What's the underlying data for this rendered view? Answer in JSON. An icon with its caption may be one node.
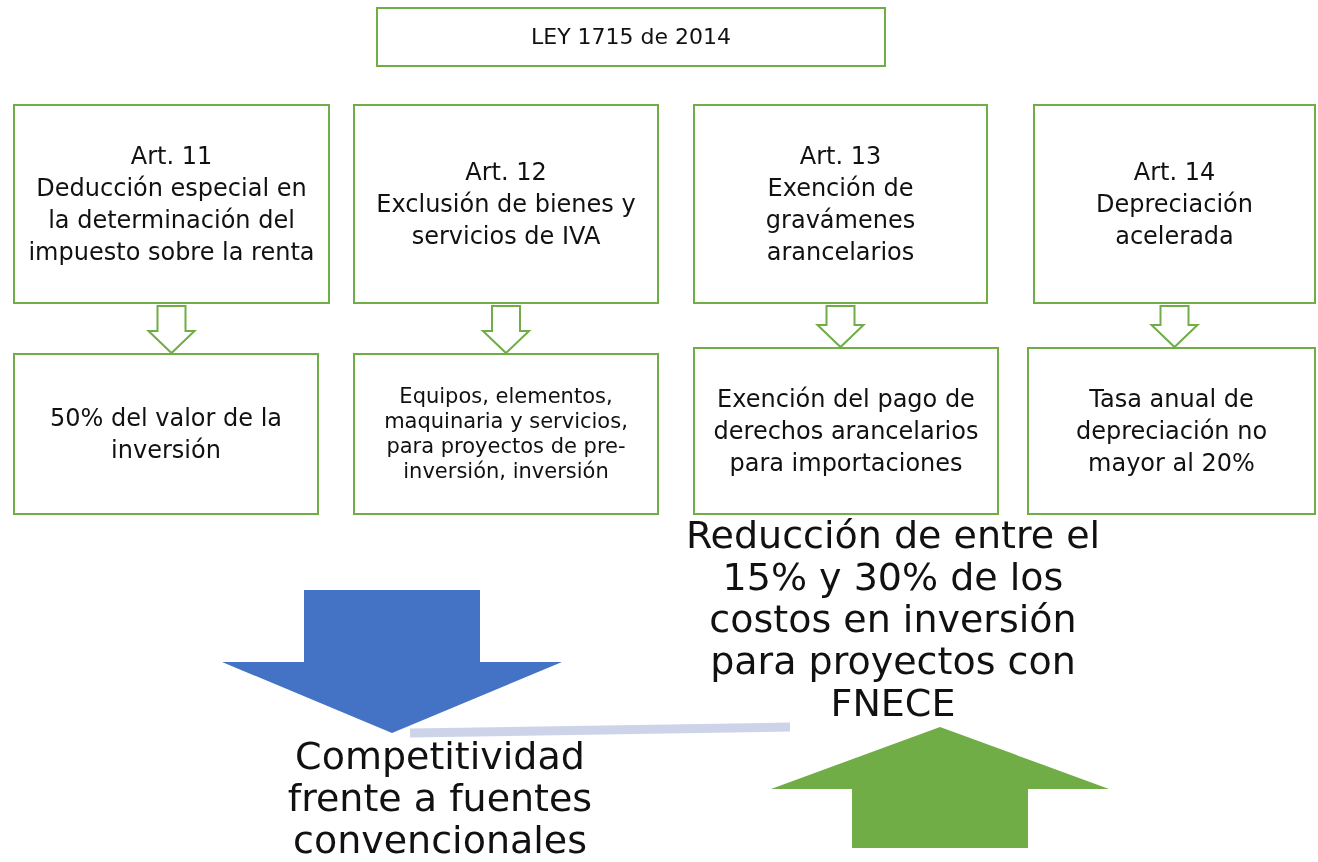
{
  "diagram": {
    "nodes": [
      {
        "text": [
          "LEY 1715 de 2014"
        ]
      },
      {
        "text": [
          "Art. 11",
          "Deducción especial en la determinación del impuesto sobre la renta"
        ]
      },
      {
        "text": [
          "Art. 12",
          "Exclusión de bienes y servicios de IVA"
        ]
      },
      {
        "text": [
          "Art. 13",
          "Exención de gravámenes arancelarios"
        ]
      },
      {
        "text": [
          "Art. 14",
          "Depreciación acelerada"
        ]
      },
      {
        "text": [
          "50% del valor de la inversión"
        ]
      },
      {
        "text": [
          "Equipos, elementos, maquinaria y servicios, para proyectos de pre-inversión, inversión"
        ]
      },
      {
        "text": [
          "Exención del pago de derechos arancelarios para importaciones"
        ]
      },
      {
        "text": [
          "Tasa anual de depreciación no mayor al 20%"
        ]
      },
      {
        "text": [
          "Competitividad frente a fuentes convencionales"
        ]
      },
      {
        "text": [
          "Reducción de entre el 15% y 30% de los costos en inversión para proyectos con FNECE"
        ]
      }
    ],
    "edges": [
      {
        "from": 1,
        "to": 5,
        "arrow": "to"
      },
      {
        "from": 2,
        "to": 6,
        "arrow": "to"
      },
      {
        "from": 3,
        "to": 7,
        "arrow": "to"
      },
      {
        "from": 4,
        "to": 8,
        "arrow": "to"
      },
      {
        "from": null,
        "to": 9,
        "arrow": "to",
        "style": "thick",
        "color": "#4472c4"
      },
      {
        "from": 9,
        "to": 10,
        "arrow": "none",
        "color": "#cdd4ea"
      },
      {
        "from": null,
        "to": 10,
        "arrow": "to",
        "style": "thick",
        "color": "#70ad47"
      }
    ]
  }
}
